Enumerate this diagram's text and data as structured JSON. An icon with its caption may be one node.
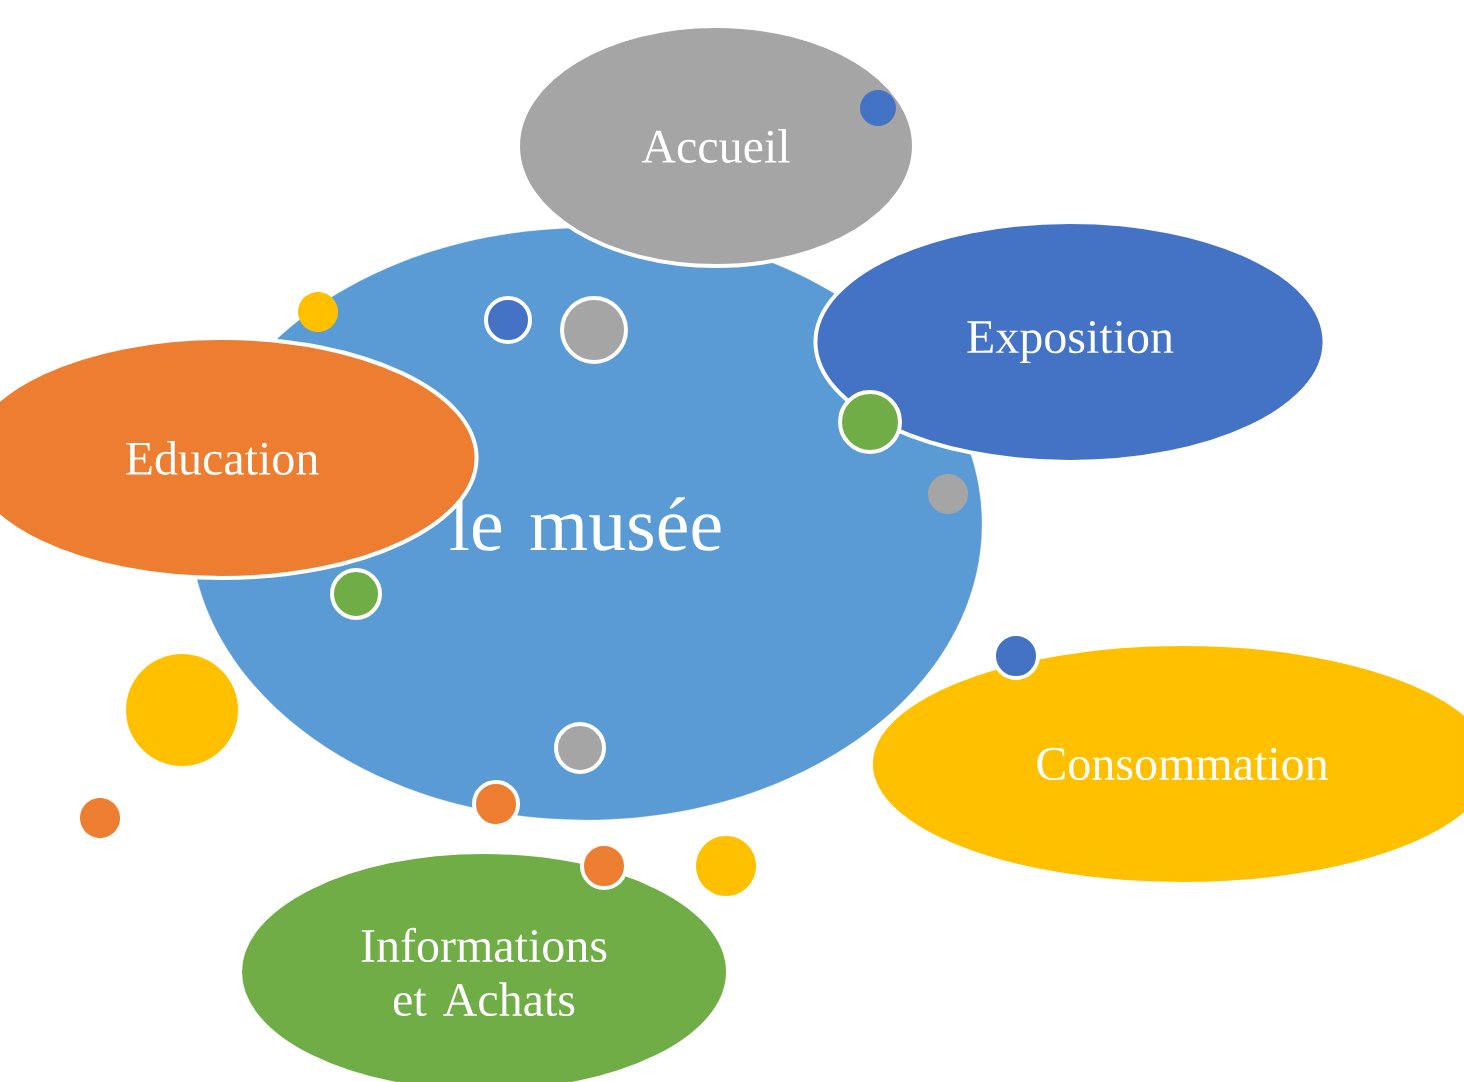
{
  "diagram": {
    "nodes": [
      {
        "text": [
          "le musée"
        ]
      },
      {
        "text": [
          "Accueil"
        ]
      },
      {
        "text": [
          "Exposition"
        ]
      },
      {
        "text": [
          "Education"
        ]
      },
      {
        "text": [
          "Consommation"
        ]
      },
      {
        "text": [
          "Informations et Achats"
        ]
      }
    ]
  }
}
